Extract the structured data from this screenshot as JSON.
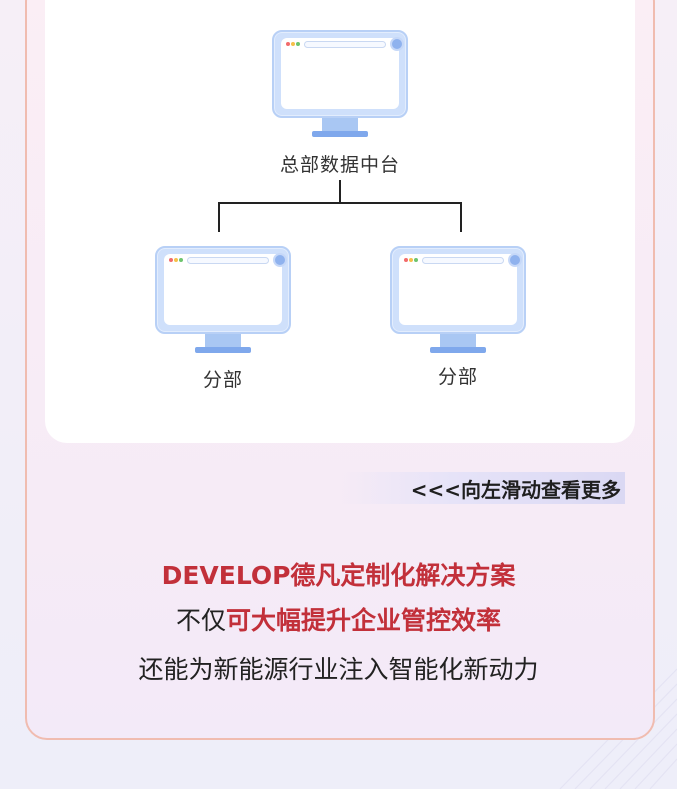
{
  "diagram": {
    "hq_label": "总部数据中台",
    "branch_left_label": "分部",
    "branch_right_label": "分部"
  },
  "scroll_hint": "<<<向左滑动查看更多",
  "headline": {
    "line1": "DEVELOP德凡定制化解决方案",
    "line2_prefix": "不仅",
    "line2_highlight": "可大幅提升企业管控效率",
    "line3": "还能为新能源行业注入智能化新动力"
  },
  "colors": {
    "accent_red": "#c2303a",
    "card_border": "#f0bcb0",
    "monitor_blue": "#b8d0f6"
  },
  "icons": [
    "monitor-icon",
    "gear-icon"
  ]
}
